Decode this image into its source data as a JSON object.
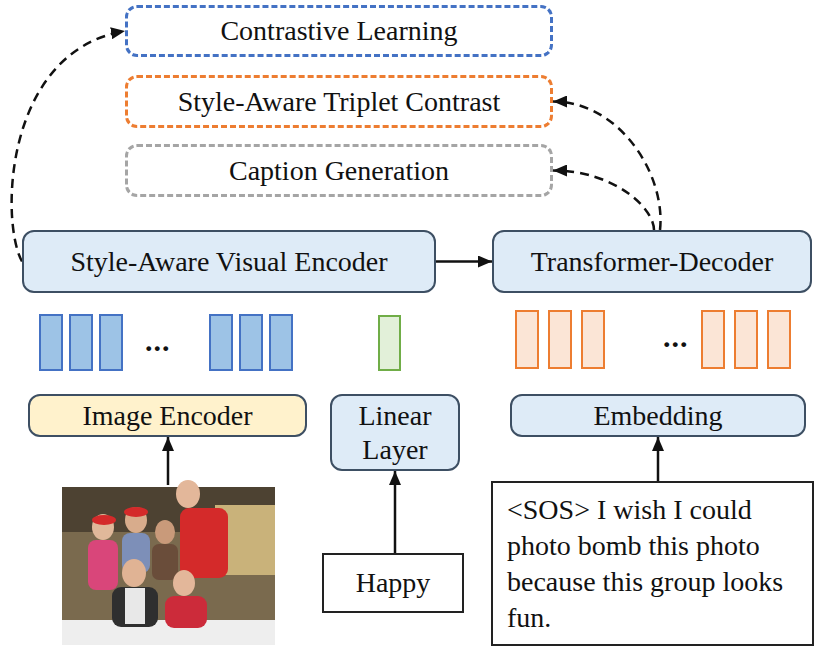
{
  "diagram": {
    "nodes": [
      {
        "text": [
          "Contrastive Learning"
        ]
      },
      {
        "text": [
          "Style-Aware Triplet Contrast"
        ]
      },
      {
        "text": [
          "Caption Generation"
        ]
      },
      {
        "text": [
          "Style-Aware Visual Encoder"
        ]
      },
      {
        "text": [
          "Transformer-Decoder"
        ]
      },
      {
        "text": [
          "Image Encoder"
        ]
      },
      {
        "text": [
          "Linear Layer"
        ]
      },
      {
        "text": [
          "Embedding"
        ]
      },
      {
        "text": [
          "Happy"
        ]
      },
      {
        "text": [
          "<SOS> I wish I could photo bomb this photo because this group looks fun."
        ]
      }
    ],
    "edges": [
      {
        "from": 3,
        "to": 0,
        "arrow": "to"
      },
      {
        "from": 4,
        "to": 1,
        "arrow": "to"
      },
      {
        "from": 4,
        "to": 2,
        "arrow": "to"
      },
      {
        "from": 3,
        "to": 4,
        "arrow": "to"
      },
      {
        "from": 8,
        "to": 6,
        "arrow": "to"
      },
      {
        "from": 9,
        "to": 7,
        "arrow": "to"
      }
    ],
    "labels": [
      "...",
      "..."
    ]
  }
}
